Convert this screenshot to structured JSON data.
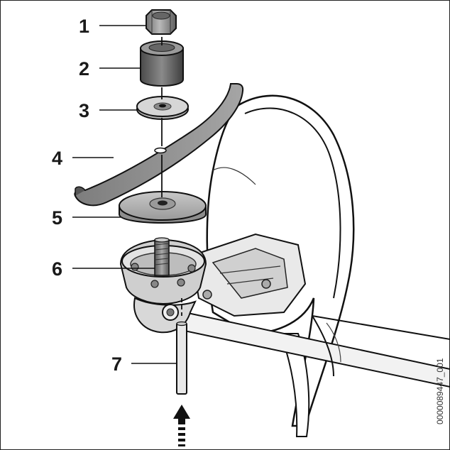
{
  "diagram": {
    "callouts": [
      {
        "label": "1",
        "part": "nut"
      },
      {
        "label": "2",
        "part": "sleeve"
      },
      {
        "label": "3",
        "part": "washer"
      },
      {
        "label": "4",
        "part": "blade"
      },
      {
        "label": "5",
        "part": "thrust-plate"
      },
      {
        "label": "6",
        "part": "shaft"
      },
      {
        "label": "7",
        "part": "locking-pin"
      }
    ],
    "figure_code": "0000089447_001"
  }
}
